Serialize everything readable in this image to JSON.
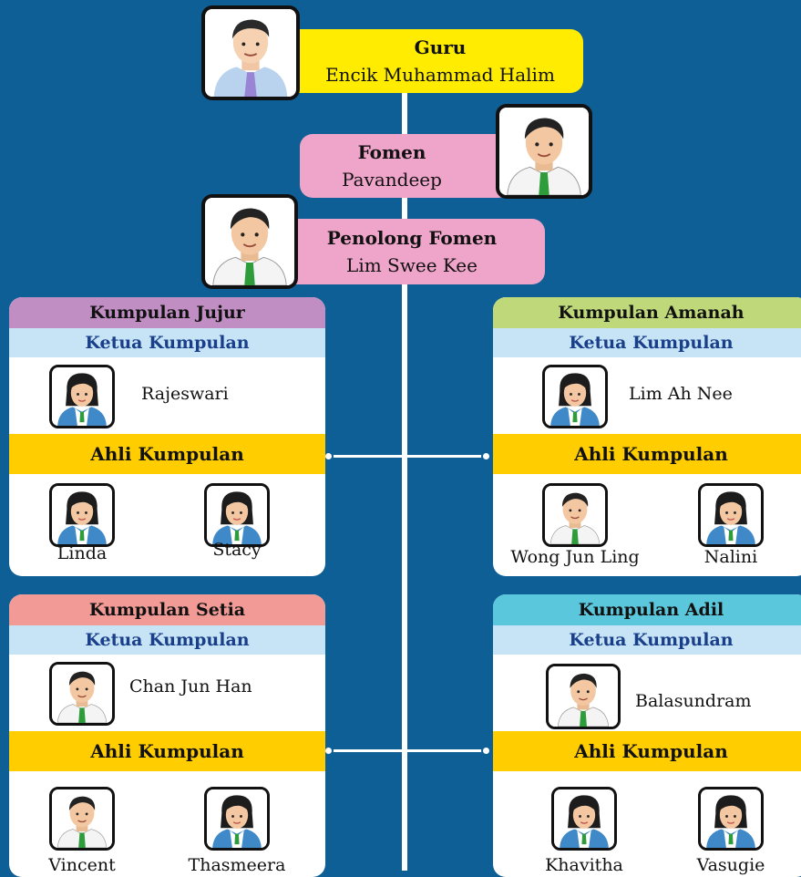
{
  "teacher": {
    "role": "Guru",
    "name": "Encik Muhammad Halim"
  },
  "foreman": {
    "role": "Fomen",
    "name": "Pavandeep"
  },
  "assistant": {
    "role": "Penolong Fomen",
    "name": "Lim Swee Kee"
  },
  "groups": [
    {
      "title": "Kumpulan Jujur",
      "leader_label": "Ketua Kumpulan",
      "leader": "Rajeswari",
      "members_label": "Ahli Kumpulan",
      "members": [
        "Linda",
        "Stacy"
      ],
      "color": "#c18ec4"
    },
    {
      "title": "Kumpulan Amanah",
      "leader_label": "Ketua Kumpulan",
      "leader": "Lim Ah Nee",
      "members_label": "Ahli Kumpulan",
      "members": [
        "Wong Jun Ling",
        "Nalini"
      ],
      "color": "#bfd87a"
    },
    {
      "title": "Kumpulan Setia",
      "leader_label": "Ketua Kumpulan",
      "leader": "Chan Jun Han",
      "members_label": "Ahli Kumpulan",
      "members": [
        "Vincent",
        "Thasmeera"
      ],
      "color": "#f29a96"
    },
    {
      "title": "Kumpulan Adil",
      "leader_label": "Ketua Kumpulan",
      "leader": "Balasundram",
      "members_label": "Ahli Kumpulan",
      "members": [
        "Khavitha",
        "Vasugie"
      ],
      "color": "#5bc7dd"
    }
  ],
  "icons": {
    "teacher": "man-portrait-icon",
    "student_boy": "boy-portrait-icon",
    "student_girl": "girl-portrait-icon"
  }
}
